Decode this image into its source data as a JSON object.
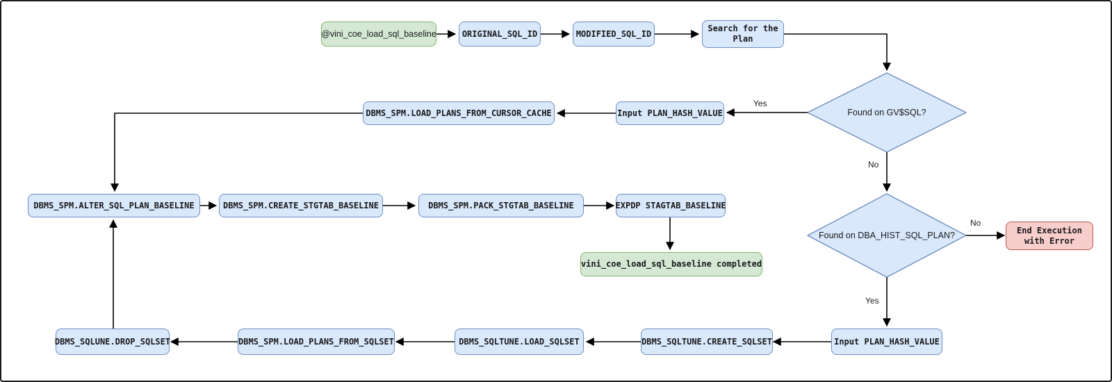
{
  "diagram": {
    "nodes": {
      "start": "@vini_coe_load_sql_baseline",
      "original_sql_id": "ORIGINAL_SQL_ID",
      "modified_sql_id": "MODIFIED_SQL_ID",
      "search_plan": "Search for the Plan",
      "found_gvsql": "Found on GV$SQL?",
      "input_phv_top": "Input PLAN_HASH_VALUE",
      "load_cursor_cache": "DBMS_SPM.LOAD_PLANS_FROM_CURSOR_CACHE",
      "alter_baseline": "DBMS_SPM.ALTER_SQL_PLAN_BASELINE",
      "create_stgtab": "DBMS_SPM.CREATE_STGTAB_BASELINE",
      "pack_stgtab": "DBMS_SPM.PACK_STGTAB_BASELINE",
      "expdp": "EXPDP STAGTAB_BASELINE",
      "completed": "vini_coe_load_sql_baseline completed",
      "found_dba_hist": "Found on DBA_HIST_SQL_PLAN?",
      "end_error": "End Execution with Error",
      "input_phv_bottom": "Input PLAN_HASH_VALUE",
      "create_sqlset": "DBMS_SQLTUNE.CREATE_SQLSET",
      "load_sqlset": "DBMS_SQLTUNE.LOAD_SQLSET",
      "load_plans_sqlset": "DBMS_SPM.LOAD_PLANS_FROM_SQLSET",
      "drop_sqlset": "DBMS_SQLUNE.DROP_SQLSET"
    },
    "edge_labels": {
      "gvsql_yes": "Yes",
      "gvsql_no": "No",
      "dbahist_no": "No",
      "dbahist_yes": "Yes"
    },
    "colors": {
      "process_fill": "#dae8fc",
      "process_stroke": "#6c8ebf",
      "terminal_fill": "#d5e8d4",
      "terminal_stroke": "#82b366",
      "error_fill": "#f8cecc",
      "error_stroke": "#b85450"
    }
  }
}
